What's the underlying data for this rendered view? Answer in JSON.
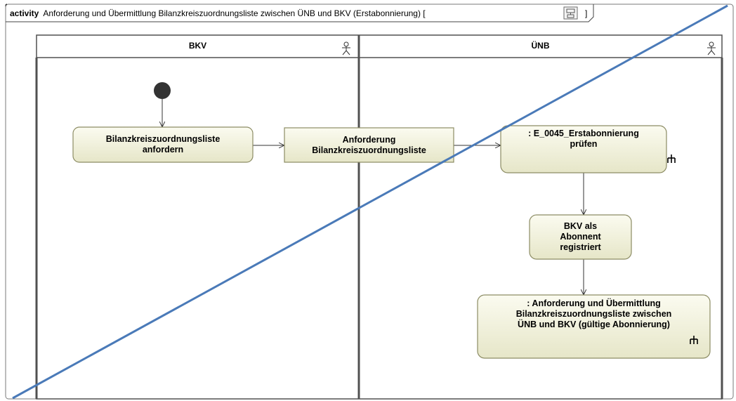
{
  "frame": {
    "keyword": "activity",
    "title": "Anforderung und Übermittlung Bilanzkreiszuordnungsliste zwischen ÜNB und BKV (Erstabonnierung) [",
    "title_suffix": "]",
    "diagram_icon": "diagram-icon"
  },
  "lanes": [
    {
      "label": "BKV",
      "icon": "actor-icon"
    },
    {
      "label": "ÜNB",
      "icon": "actor-icon"
    }
  ],
  "nodes": {
    "action_request": "Bilanzkreiszuordnungsliste\nanfordern",
    "object_request": "Anforderung\nBilanzkreiszuordnungsliste",
    "call_check": ": E_0045_Erstabonnierung\nprüfen",
    "action_registered": "BKV als\nAbonnent\nregistriert",
    "call_transfer": ": Anforderung und Übermittlung\nBilanzkreiszuordnungsliste zwischen\nÜNB und BKV (gültige Abonnierung)"
  },
  "colors": {
    "node_fill": "#f0f0dc",
    "node_stroke": "#8c8c64",
    "lane_line": "#505050",
    "strike_line": "#4a7ab8"
  }
}
